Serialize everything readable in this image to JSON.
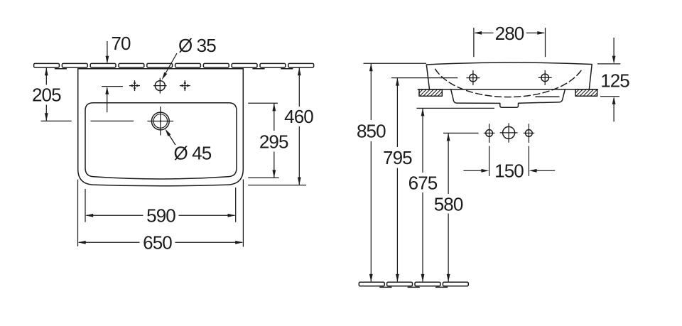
{
  "drawing": {
    "kind": "washbasin technical installation drawing",
    "views": {
      "plan": "top view",
      "side": "side view"
    },
    "units": "mm"
  },
  "dims": {
    "tap_offset": "70",
    "tap_dia": "Ø 35",
    "wall_to_drain": "205",
    "depth_overall": "460",
    "depth_inner": "295",
    "drain_dia": "Ø 45",
    "width_inner": "590",
    "width_overall": "650",
    "hole_spacing": "280",
    "apron_height": "125",
    "h_rim": "850",
    "h_holes": "795",
    "h_bottom": "675",
    "h_connections": "580",
    "conn_spacing": "150"
  },
  "style": {
    "ink": "#1c1c1c",
    "background": "#ffffff"
  }
}
